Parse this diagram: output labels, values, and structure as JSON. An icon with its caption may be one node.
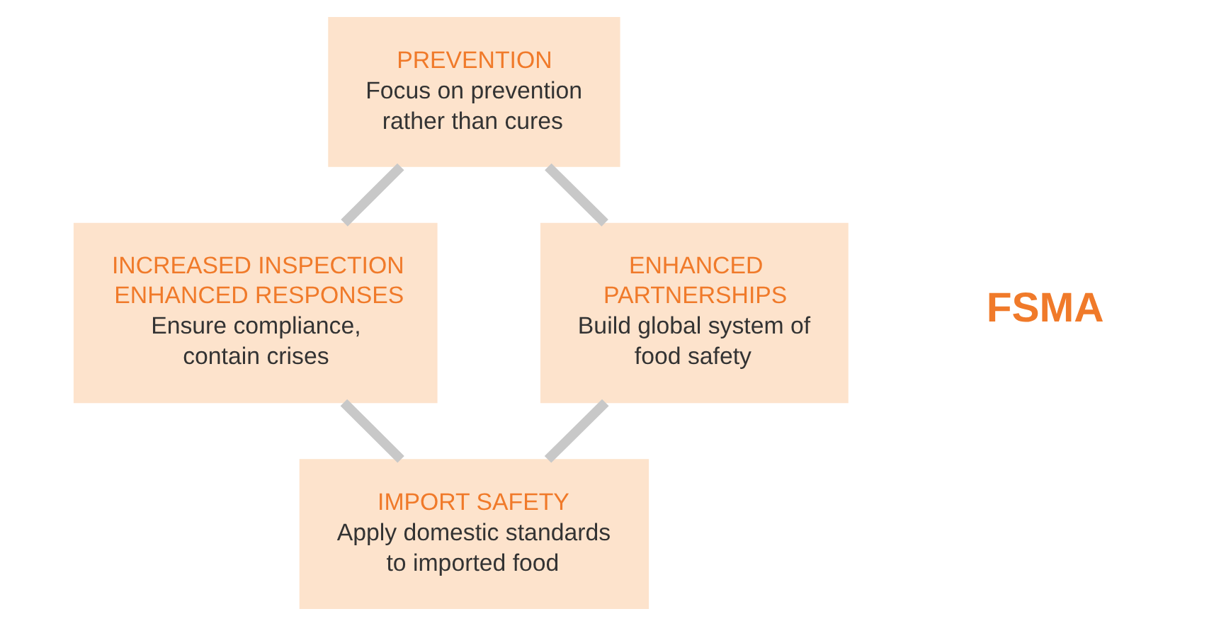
{
  "diagram": {
    "nodes": [
      {
        "text": [
          "PREVENTION",
          "Focus on prevention rather than cures"
        ]
      },
      {
        "text": [
          "ENHANCED PARTNERSHIPS",
          "Build global system of food safety"
        ]
      },
      {
        "text": [
          "INCREASED INSPECTION ENHANCED RESPONSES",
          "Ensure compliance, contain crises"
        ]
      },
      {
        "text": [
          "IMPORT SAFETY",
          "Apply domestic standards to imported food"
        ]
      }
    ],
    "edges": [
      {
        "from": 0,
        "to": 2,
        "arrow": "none"
      },
      {
        "from": 2,
        "to": 3,
        "arrow": "none"
      },
      {
        "from": 3,
        "to": 1,
        "arrow": "none"
      },
      {
        "from": 1,
        "to": 0,
        "arrow": "none"
      }
    ],
    "labels": [
      "FSMA"
    ]
  }
}
